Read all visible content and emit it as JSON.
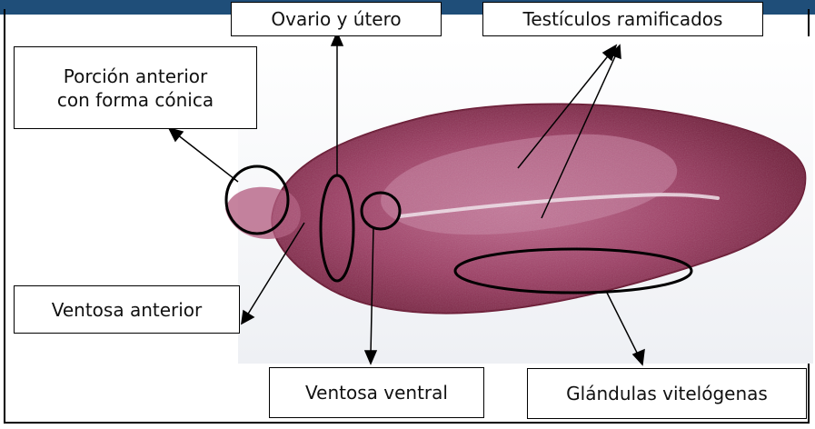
{
  "labels": {
    "ovary_uterus": "Ovario y útero",
    "testes": "Testículos ramificados",
    "anterior_cone_line1": "Porción anterior",
    "anterior_cone_line2": "con forma cónica",
    "oral_sucker": "Ventosa anterior",
    "ventral_sucker": "Ventosa ventral",
    "vitelline_glands": "Glándulas vitelógenas"
  },
  "colors": {
    "header_band": "#1f4e79",
    "specimen_dark": "#7a1f3d",
    "specimen_mid": "#a5426a",
    "specimen_light": "#d58aa8",
    "background_photo": "#f3eef2"
  }
}
